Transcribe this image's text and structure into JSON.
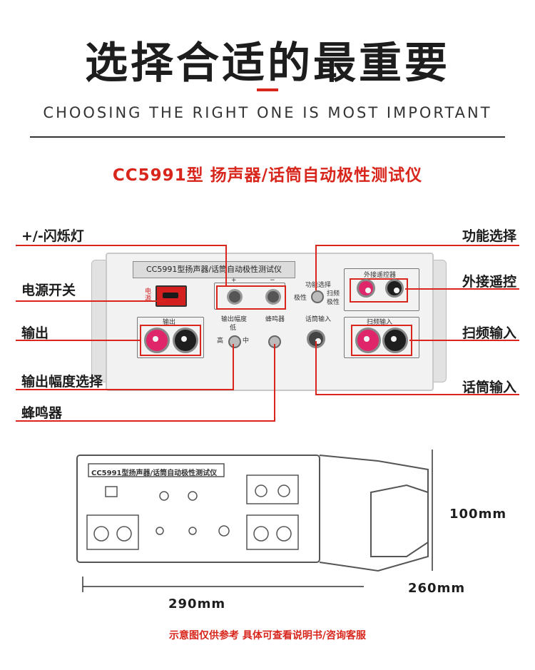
{
  "header": {
    "title_cn": "选择合适的最重要",
    "title_en": "CHOOSING THE RIGHT ONE IS MOST IMPORTANT",
    "product_name": "CC5991型 扬声器/话筒自动极性测试仪"
  },
  "callouts_left": [
    "+/-闪烁灯",
    "电源开关",
    "输出",
    "输出幅度选择",
    "蜂鸣器"
  ],
  "callouts_right": [
    "功能选择",
    "外接遥控",
    "扫频输入",
    "话筒输入"
  ],
  "panel": {
    "model_label": "CC5991型扬声器/话筒自动极性测试仪",
    "power_label": "电源",
    "plus": "+",
    "minus": "−",
    "function_select": "功能选择",
    "polarity": "极性",
    "sweep": "扫频",
    "polarity2": "极性",
    "remote": "外接遥控器",
    "output": "输出",
    "amp_label": "输出幅度",
    "low": "低",
    "high": "高",
    "mid": "中",
    "buzzer": "蜂鸣器",
    "mic_input": "话筒输入",
    "sweep_input": "扫频输入"
  },
  "dimensions": {
    "height": "100mm",
    "depth": "260mm",
    "width": "290mm"
  },
  "drawing_label": "CC5991型扬声器/话筒自动极性测试仪",
  "footer": "示意图仅供参考 具体可查看说明书/咨询客服",
  "colors": {
    "accent": "#d8261c",
    "text": "#1d1d1d"
  }
}
